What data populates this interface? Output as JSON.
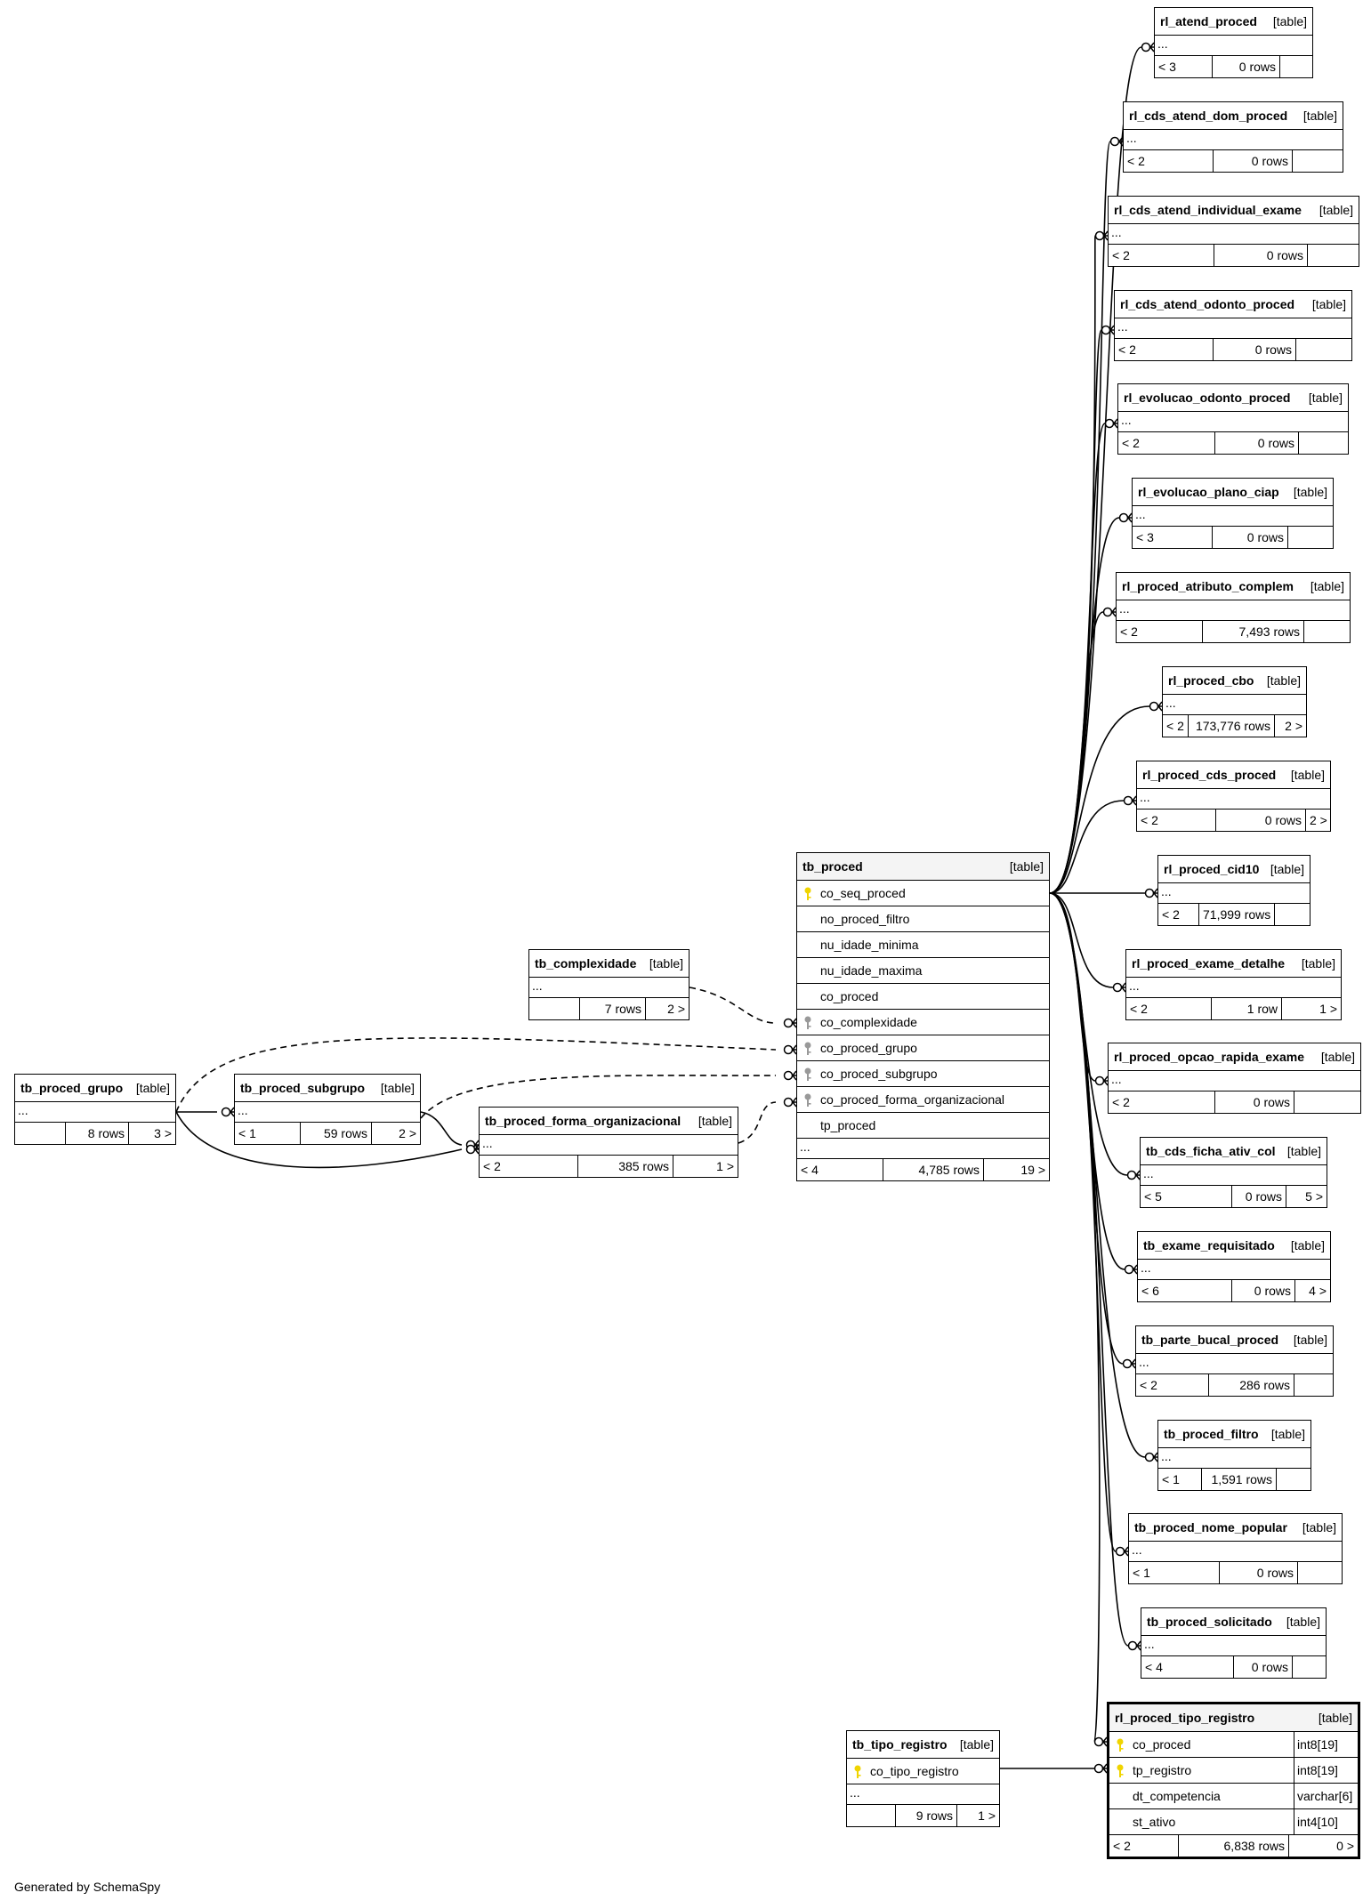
{
  "footer": "Generated by SchemaSpy",
  "table_label": "[table]",
  "tables": {
    "rl_atend_proced": {
      "name": "rl_atend_proced",
      "ellipsis": "...",
      "in": "< 3",
      "rows": "0 rows",
      "out": ""
    },
    "rl_cds_atend_dom_proced": {
      "name": "rl_cds_atend_dom_proced",
      "ellipsis": "...",
      "in": "< 2",
      "rows": "0 rows",
      "out": ""
    },
    "rl_cds_atend_individual_exame": {
      "name": "rl_cds_atend_individual_exame",
      "ellipsis": "...",
      "in": "< 2",
      "rows": "0 rows",
      "out": ""
    },
    "rl_cds_atend_odonto_proced": {
      "name": "rl_cds_atend_odonto_proced",
      "ellipsis": "...",
      "in": "< 2",
      "rows": "0 rows",
      "out": ""
    },
    "rl_evolucao_odonto_proced": {
      "name": "rl_evolucao_odonto_proced",
      "ellipsis": "...",
      "in": "< 2",
      "rows": "0 rows",
      "out": ""
    },
    "rl_evolucao_plano_ciap": {
      "name": "rl_evolucao_plano_ciap",
      "ellipsis": "...",
      "in": "< 3",
      "rows": "0 rows",
      "out": ""
    },
    "rl_proced_atributo_complem": {
      "name": "rl_proced_atributo_complem",
      "ellipsis": "...",
      "in": "< 2",
      "rows": "7,493 rows",
      "out": ""
    },
    "rl_proced_cbo": {
      "name": "rl_proced_cbo",
      "ellipsis": "...",
      "in": "< 2",
      "rows": "173,776 rows",
      "out": "2 >"
    },
    "rl_proced_cds_proced": {
      "name": "rl_proced_cds_proced",
      "ellipsis": "...",
      "in": "< 2",
      "rows": "0 rows",
      "out": "2 >"
    },
    "rl_proced_cid10": {
      "name": "rl_proced_cid10",
      "ellipsis": "...",
      "in": "< 2",
      "rows": "71,999 rows",
      "out": ""
    },
    "rl_proced_exame_detalhe": {
      "name": "rl_proced_exame_detalhe",
      "ellipsis": "...",
      "in": "< 2",
      "rows": "1 row",
      "out": "1 >"
    },
    "rl_proced_opcao_rapida_exame": {
      "name": "rl_proced_opcao_rapida_exame",
      "ellipsis": "...",
      "in": "< 2",
      "rows": "0 rows",
      "out": ""
    },
    "tb_cds_ficha_ativ_col": {
      "name": "tb_cds_ficha_ativ_col",
      "ellipsis": "...",
      "in": "< 5",
      "rows": "0 rows",
      "out": "5 >"
    },
    "tb_exame_requisitado": {
      "name": "tb_exame_requisitado",
      "ellipsis": "...",
      "in": "< 6",
      "rows": "0 rows",
      "out": "4 >"
    },
    "tb_parte_bucal_proced": {
      "name": "tb_parte_bucal_proced",
      "ellipsis": "...",
      "in": "< 2",
      "rows": "286 rows",
      "out": ""
    },
    "tb_proced_filtro": {
      "name": "tb_proced_filtro",
      "ellipsis": "...",
      "in": "< 1",
      "rows": "1,591 rows",
      "out": ""
    },
    "tb_proced_nome_popular": {
      "name": "tb_proced_nome_popular",
      "ellipsis": "...",
      "in": "< 1",
      "rows": "0 rows",
      "out": ""
    },
    "tb_proced_solicitado": {
      "name": "tb_proced_solicitado",
      "ellipsis": "...",
      "in": "< 4",
      "rows": "0 rows",
      "out": ""
    },
    "tb_complexidade": {
      "name": "tb_complexidade",
      "ellipsis": "...",
      "in": "",
      "rows": "7 rows",
      "out": "2 >"
    },
    "tb_proced_grupo": {
      "name": "tb_proced_grupo",
      "ellipsis": "...",
      "in": "",
      "rows": "8 rows",
      "out": "3 >"
    },
    "tb_proced_subgrupo": {
      "name": "tb_proced_subgrupo",
      "ellipsis": "...",
      "in": "< 1",
      "rows": "59 rows",
      "out": "2 >"
    },
    "tb_proced_forma_organizacional": {
      "name": "tb_proced_forma_organizacional",
      "ellipsis": "...",
      "in": "< 2",
      "rows": "385 rows",
      "out": "1 >"
    },
    "tb_tipo_registro": {
      "name": "tb_tipo_registro",
      "columns": [
        {
          "name": "co_tipo_registro",
          "key": "pk"
        }
      ],
      "ellipsis": "...",
      "in": "",
      "rows": "9 rows",
      "out": "1 >"
    },
    "tb_proced": {
      "name": "tb_proced",
      "columns": [
        {
          "name": "co_seq_proced",
          "key": "pk"
        },
        {
          "name": "no_proced_filtro",
          "key": ""
        },
        {
          "name": "nu_idade_minima",
          "key": ""
        },
        {
          "name": "nu_idade_maxima",
          "key": ""
        },
        {
          "name": "co_proced",
          "key": ""
        },
        {
          "name": "co_complexidade",
          "key": "fk"
        },
        {
          "name": "co_proced_grupo",
          "key": "fk"
        },
        {
          "name": "co_proced_subgrupo",
          "key": "fk"
        },
        {
          "name": "co_proced_forma_organizacional",
          "key": "fk"
        },
        {
          "name": "tp_proced",
          "key": ""
        }
      ],
      "ellipsis": "...",
      "in": "< 4",
      "rows": "4,785 rows",
      "out": "19 >"
    },
    "rl_proced_tipo_registro": {
      "name": "rl_proced_tipo_registro",
      "columns": [
        {
          "name": "co_proced",
          "type": "int8[19]",
          "key": "pk"
        },
        {
          "name": "tp_registro",
          "type": "int8[19]",
          "key": "pk"
        },
        {
          "name": "dt_competencia",
          "type": "varchar[6]",
          "key": ""
        },
        {
          "name": "st_ativo",
          "type": "int4[10]",
          "key": ""
        }
      ],
      "in": "< 2",
      "rows": "6,838 rows",
      "out": "0 >"
    }
  },
  "colors": {
    "pk_key": "#f0d400",
    "fk_key": "#999999",
    "line": "#000000",
    "focus_header": "#f4f4f4"
  }
}
